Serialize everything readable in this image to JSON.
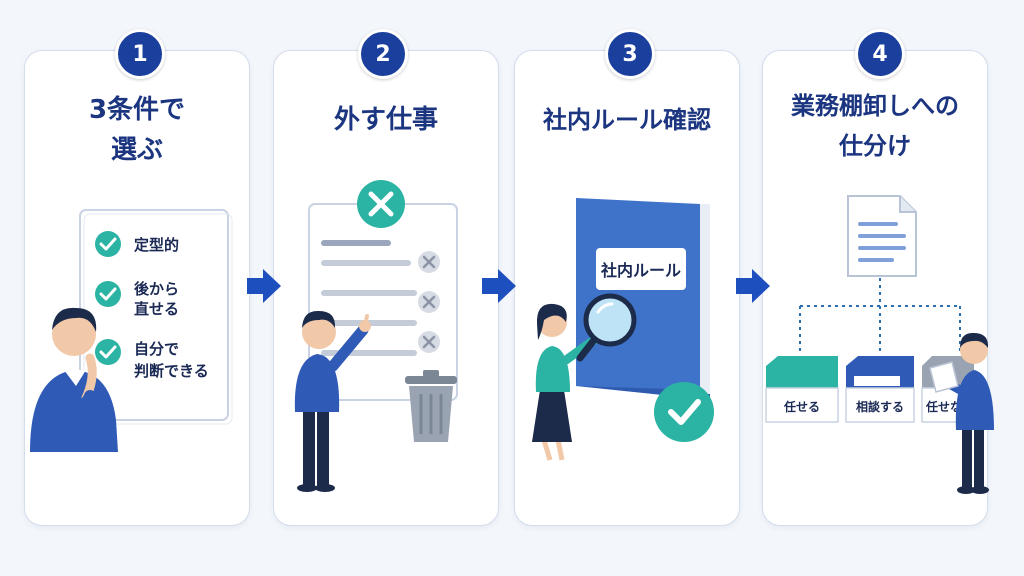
{
  "steps": [
    {
      "number": "1",
      "title_line1": "3条件で",
      "title_line2": "選ぶ",
      "checklist": [
        "定型的",
        "後から",
        "直せる",
        "自分で",
        "判断できる"
      ]
    },
    {
      "number": "2",
      "title_line1": "外す仕事"
    },
    {
      "number": "3",
      "title_line1": "社内ルール確認",
      "book_label": "社内ルール"
    },
    {
      "number": "4",
      "title_line1": "業務棚卸しへの",
      "title_line2": "仕分け",
      "trays": [
        "任せる",
        "相談する",
        "任せない"
      ]
    }
  ],
  "colors": {
    "navy": "#1b3f9c",
    "teal": "#2bb3a3",
    "book_blue": "#3f73c9",
    "arrow_blue": "#1e4fbf"
  }
}
